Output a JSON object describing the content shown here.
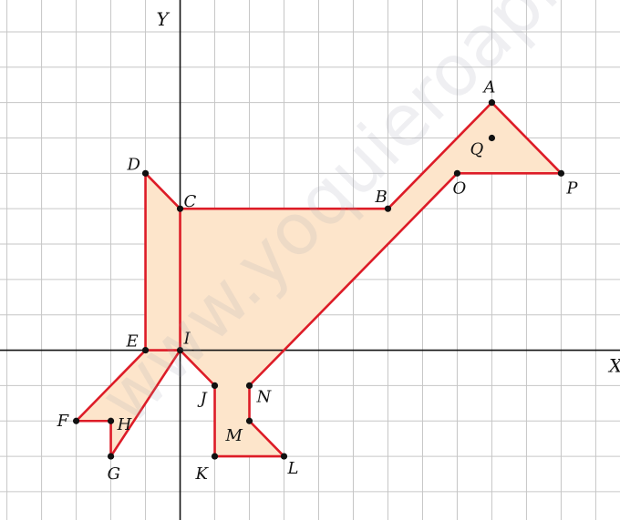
{
  "chart_data": {
    "type": "scatter",
    "x_axis_label": "X",
    "y_axis_label": "Y",
    "grid": true,
    "grid_step": 1,
    "xlim": [
      -5.2,
      12.7
    ],
    "ylim": [
      -4.8,
      9.9
    ],
    "fill_color": "#fde5cb",
    "stroke_color": "#dd1c27",
    "grid_color": "#c6c6c6",
    "axis_color": "#111111",
    "points": [
      {
        "name": "A",
        "x": 9,
        "y": 7
      },
      {
        "name": "B",
        "x": 6,
        "y": 4
      },
      {
        "name": "C",
        "x": 0,
        "y": 4
      },
      {
        "name": "D",
        "x": -1,
        "y": 5
      },
      {
        "name": "E",
        "x": -1,
        "y": 0
      },
      {
        "name": "F",
        "x": -3,
        "y": -2
      },
      {
        "name": "G",
        "x": -2,
        "y": -3
      },
      {
        "name": "H",
        "x": -2,
        "y": -2
      },
      {
        "name": "I",
        "x": 0,
        "y": 0
      },
      {
        "name": "J",
        "x": 1,
        "y": -1
      },
      {
        "name": "K",
        "x": 1,
        "y": -3
      },
      {
        "name": "L",
        "x": 3,
        "y": -3
      },
      {
        "name": "M",
        "x": 2,
        "y": -2
      },
      {
        "name": "N",
        "x": 2,
        "y": -1
      },
      {
        "name": "O",
        "x": 8,
        "y": 5
      },
      {
        "name": "P",
        "x": 11,
        "y": 5
      },
      {
        "name": "Q",
        "x": 9,
        "y": 6
      }
    ],
    "shape_outline": [
      "I",
      "C",
      "B",
      "A",
      "P",
      "O",
      "N",
      "M",
      "L",
      "K",
      "J",
      "I",
      "E",
      "D",
      "C",
      "I",
      "G",
      "H",
      "F",
      "E"
    ]
  },
  "watermark": "www.yoquieroaprobar.es"
}
